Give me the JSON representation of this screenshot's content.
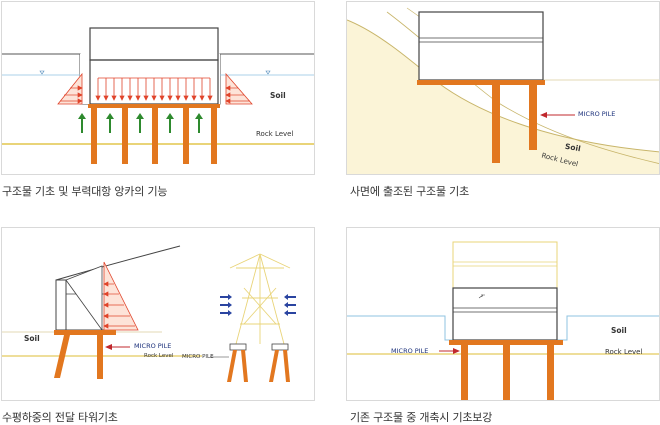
{
  "panels": [
    {
      "caption": "구조물 기초 및 부력대항 앙카의 기능",
      "labels": {
        "soil": "Soil",
        "rock_level": "Rock Level"
      }
    },
    {
      "caption": "사면에 출조된 구조물 기초",
      "labels": {
        "micro_pile": "MICRO PILE",
        "soil": "Soil",
        "rock_level": "Rock Level"
      }
    },
    {
      "caption": "수평하중의 전달 타워기초",
      "labels": {
        "soil": "Soil",
        "micro_pile": "MICRO PILE",
        "rock_level": "Rock Level",
        "micro_pile_small": "MICRO PILE"
      }
    },
    {
      "caption": "기존 구조물 중 개축시 기초보강",
      "labels": {
        "soil": "Soil",
        "micro_pile": "MICRO PILE",
        "rock_level": "Rock Level"
      }
    }
  ],
  "colors": {
    "pile": "#e2771f",
    "load_arrow": "#e0442b",
    "uplift_arrow": "#2e8a2e",
    "micro_pile_arrow": "#c0282d",
    "water_line": "#8fc3e0",
    "rock_line": "#e9d479",
    "soil_fill": "#fbf4d7"
  },
  "icons": [
    "water-level-icon",
    "uplift-arrow-icon",
    "load-arrow-icon",
    "horizontal-load-arrow-icon"
  ]
}
